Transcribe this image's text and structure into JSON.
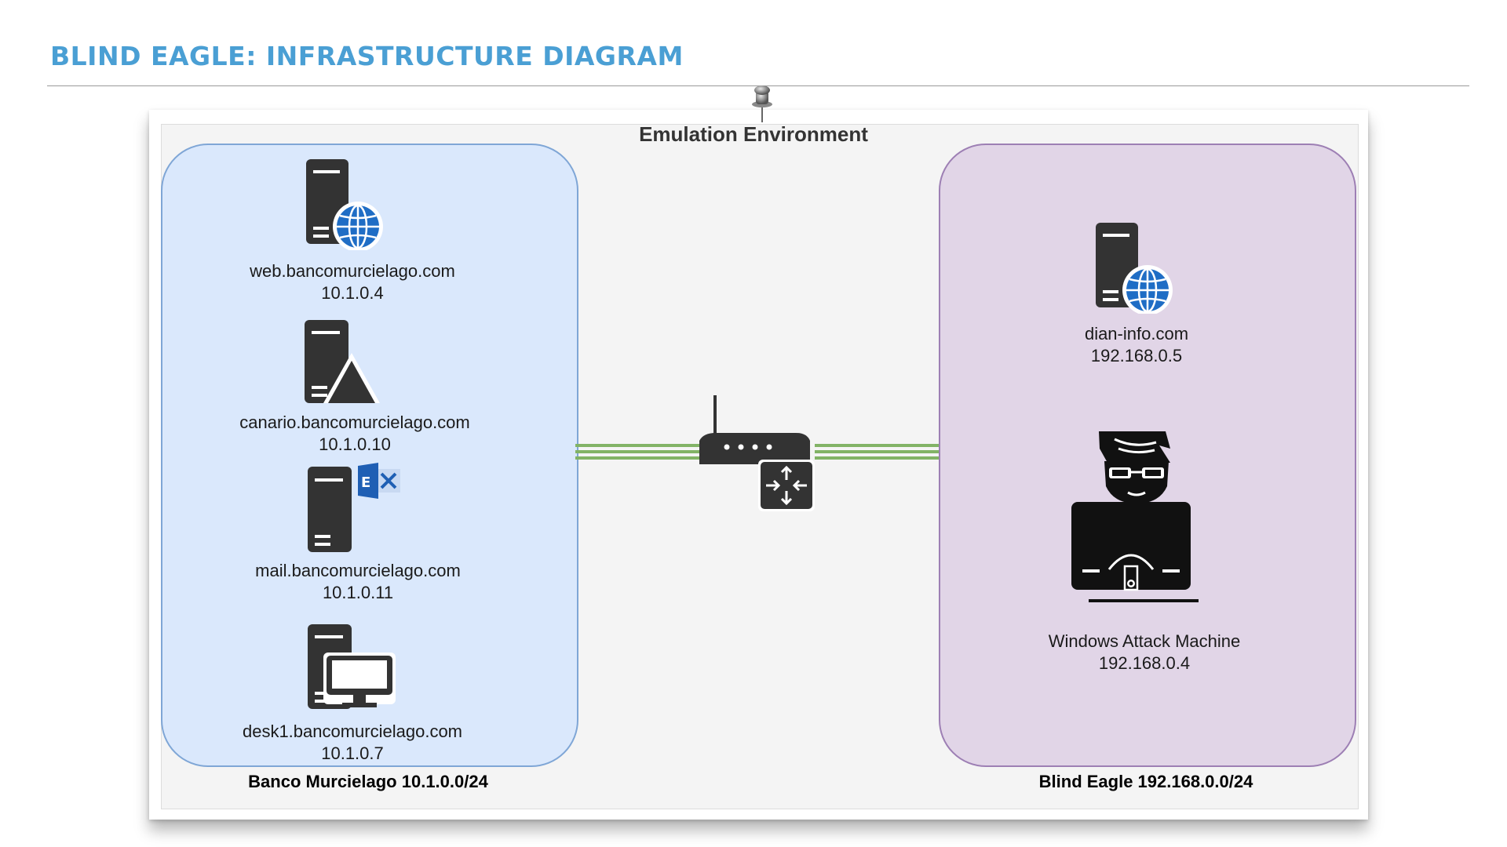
{
  "header": {
    "title": "BLIND EAGLE: INFRASTRUCTURE DIAGRAM"
  },
  "diagram": {
    "title": "Emulation Environment",
    "networks": [
      {
        "label": "Banco Murcielago 10.1.0.0/24",
        "fill": "#dae8fc",
        "hosts": [
          {
            "name": "web.bancomurcielago.com",
            "ip": "10.1.0.4",
            "icon": "web-server-icon"
          },
          {
            "name": "canario.bancomurcielago.com",
            "ip": "10.1.0.10",
            "icon": "warning-server-icon"
          },
          {
            "name": "mail.bancomurcielago.com",
            "ip": "10.1.0.11",
            "icon": "exchange-server-icon"
          },
          {
            "name": "desk1.bancomurcielago.com",
            "ip": "10.1.0.7",
            "icon": "desktop-server-icon"
          }
        ]
      },
      {
        "label": "Blind Eagle 192.168.0.0/24",
        "fill": "#e1d5e7",
        "hosts": [
          {
            "name": "dian-info.com",
            "ip": "192.168.0.5",
            "icon": "web-server-icon"
          },
          {
            "name": "Windows Attack Machine",
            "ip": "192.168.0.4",
            "icon": "hacker-icon"
          }
        ]
      }
    ],
    "router": {
      "icon": "router-icon"
    },
    "link_color": "#82b366"
  }
}
